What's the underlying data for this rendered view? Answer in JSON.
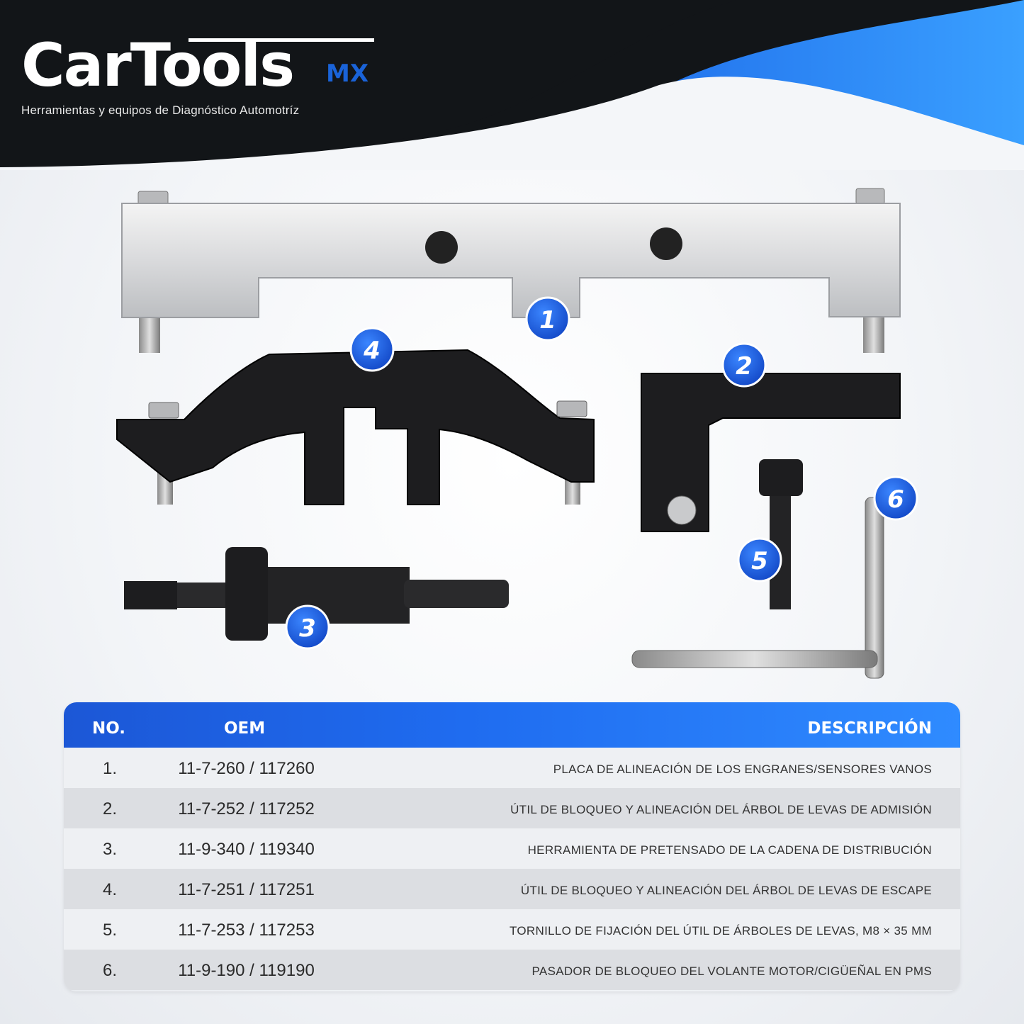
{
  "brand": {
    "name": "CarTools",
    "suffix": "MX",
    "tagline": "Herramientas y equipos de Diagnóstico Automotríz"
  },
  "colors": {
    "header_dark": "#111417",
    "accent_blue": "#1f6cf0",
    "badge_blue": "#1a5fe0"
  },
  "callouts": [
    "1",
    "2",
    "3",
    "4",
    "5",
    "6"
  ],
  "table": {
    "headers": {
      "no": "NO.",
      "oem": "OEM",
      "description": "DESCRIPCIÓN"
    },
    "rows": [
      {
        "no": "1.",
        "oem": "11-7-260 / 117260",
        "description": "PLACA DE ALINEACIÓN DE LOS ENGRANES/SENSORES VANOS"
      },
      {
        "no": "2.",
        "oem": "11-7-252 / 117252",
        "description": "ÚTIL DE BLOQUEO Y ALINEACIÓN DEL ÁRBOL DE LEVAS DE ADMISIÓN"
      },
      {
        "no": "3.",
        "oem": "11-9-340 / 119340",
        "description": "HERRAMIENTA DE PRETENSADO DE LA CADENA DE DISTRIBUCIÓN"
      },
      {
        "no": "4.",
        "oem": "11-7-251 / 117251",
        "description": "ÚTIL DE BLOQUEO Y ALINEACIÓN DEL ÁRBOL DE LEVAS DE ESCAPE"
      },
      {
        "no": "5.",
        "oem": "11-7-253 / 117253",
        "description": "TORNILLO DE FIJACIÓN DEL ÚTIL DE ÁRBOLES DE LEVAS, M8 × 35 MM"
      },
      {
        "no": "6.",
        "oem": "11-9-190 / 119190",
        "description": "PASADOR DE BLOQUEO DEL VOLANTE MOTOR/CIGÜEÑAL EN PMS"
      }
    ]
  }
}
